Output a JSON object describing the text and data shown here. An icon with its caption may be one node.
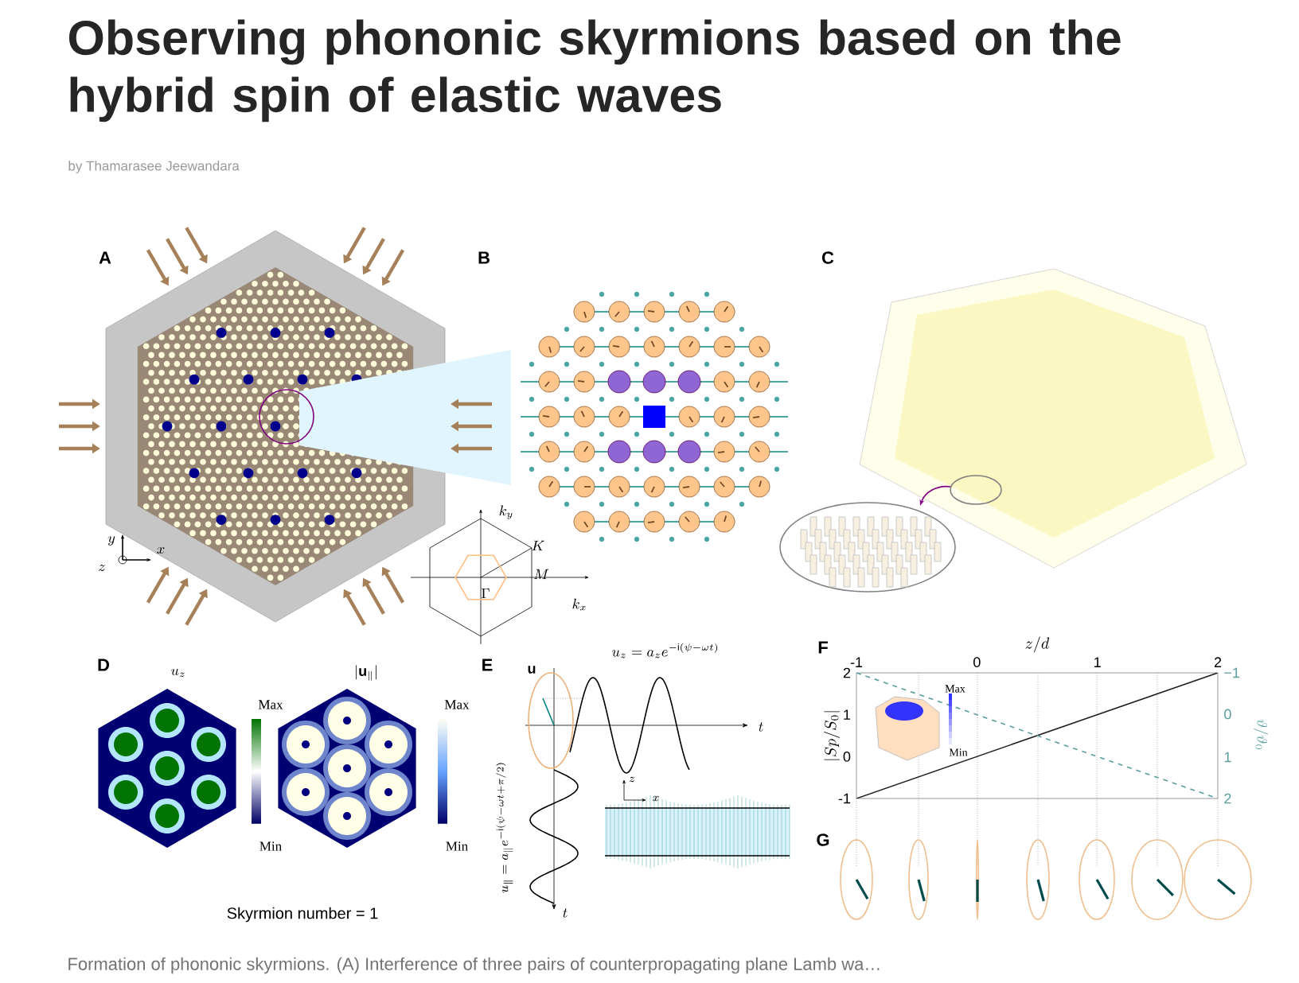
{
  "diagram": {
    "title": "Observing phononic skyrmions based on the hybrid spin of elastic waves",
    "caption": "Formation of phononic skyrmions. (A) Interference of three pairs of counterpropagating plane Lamb wa…",
    "labels": [
      "by Thamarasee Jeewandara",
      "A",
      "B",
      "C",
      "k_y",
      "K",
      "M",
      "\\Gamma",
      "k_x",
      "y",
      "x",
      "z",
      "D",
      "u_z",
      "|\\mathbf{u}_\\parallel|",
      "Max",
      "Max",
      "Min",
      "Min",
      "Skyrmion number = 1",
      "E",
      "\\mathbf{u}",
      "u_z = a_z e^{-\\mathrm{i}(\\psi-\\omega t)}",
      "t",
      "z",
      "x",
      "u_\\parallel = a_\\parallel e^{-\\mathrm{i}(\\psi-\\omega t+\\pi/2)}",
      "t",
      "F",
      "\\vartheta/\\vartheta_0",
      "Max",
      "Min",
      "G",
      "−1",
      "0",
      "1",
      "2"
    ],
    "chart_data": {
      "type": "line",
      "xlabel": "z/d",
      "ylabel": "|Sp/S_0|",
      "x": [
        -1,
        2
      ],
      "xlim": [
        -1,
        2
      ],
      "ylim": [
        -1,
        2
      ],
      "xticks": [
        -1,
        0,
        1,
        2
      ],
      "yticks": [
        -1,
        0,
        1,
        2
      ],
      "series": [
        {
          "color": "#222222",
          "values": [
            -1,
            2
          ]
        },
        {
          "color": "#5a9ea0",
          "values": [
            2,
            -1
          ],
          "line_style": "dashed"
        }
      ]
    }
  }
}
